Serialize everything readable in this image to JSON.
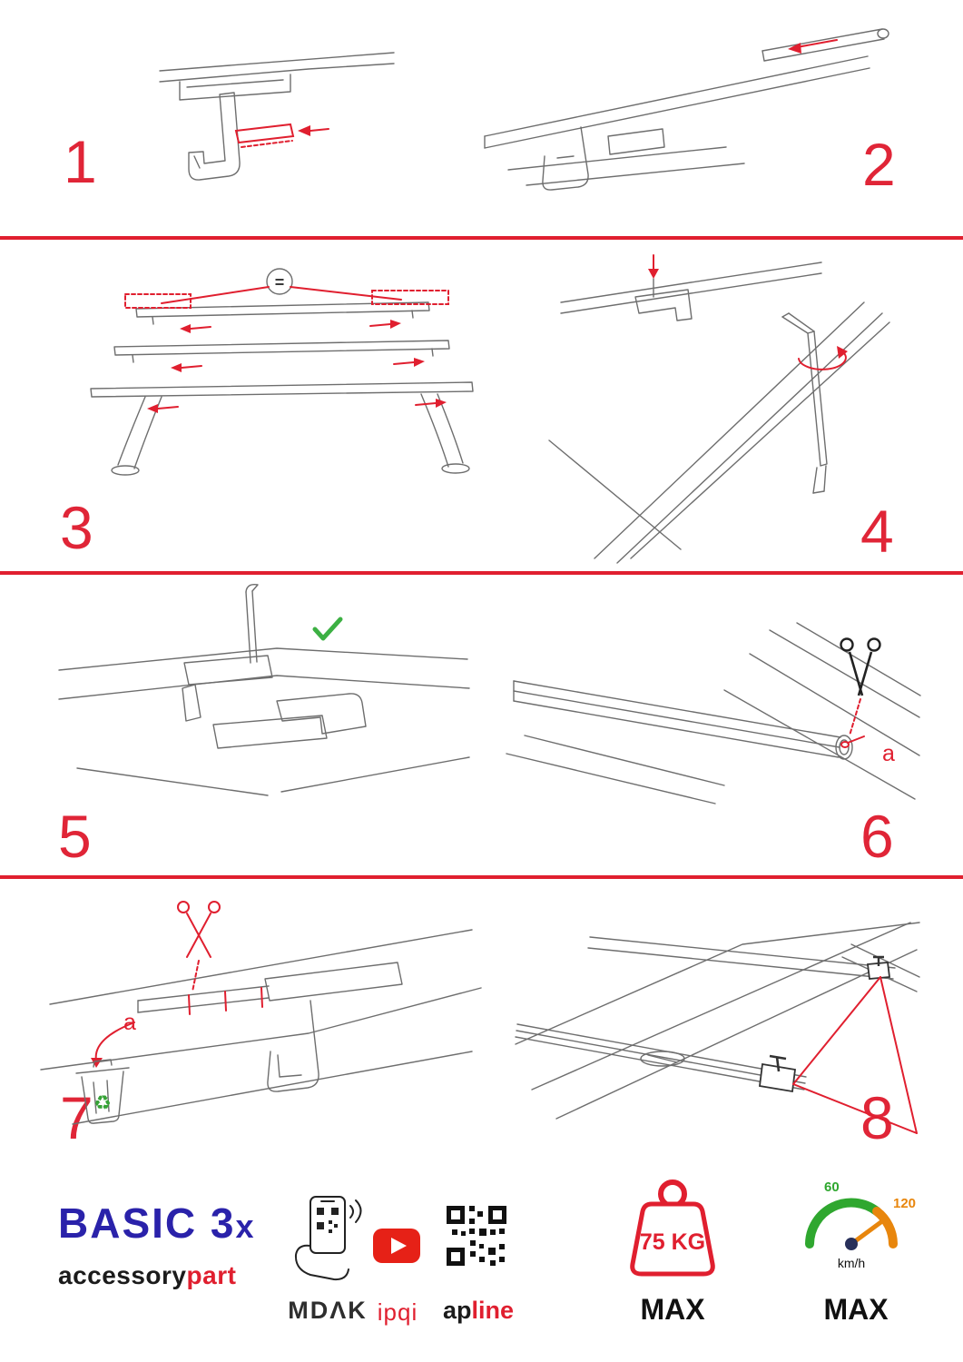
{
  "page": {
    "background": "#ffffff",
    "accent_red": "#e01f2f",
    "brand_blue": "#2a22aa",
    "line_gray": "#6e6e6e",
    "check_green": "#3cb043",
    "gauge_orange": "#e8860d"
  },
  "steps": [
    {
      "number": "1"
    },
    {
      "number": "2"
    },
    {
      "number": "3",
      "equal_sign": "="
    },
    {
      "number": "4"
    },
    {
      "number": "5"
    },
    {
      "number": "6",
      "part_label": "a"
    },
    {
      "number": "7",
      "part_label": "a"
    },
    {
      "number": "8"
    }
  ],
  "footer": {
    "brand_main": "BASIC 3",
    "brand_x": "x",
    "sub_black": "accessory",
    "sub_red": "part",
    "mdak_label": "MDΛK",
    "ipqi_label": "ipqi",
    "apline_black": "ap",
    "apline_red": "line",
    "weight_value": "75 KG",
    "weight_max_label": "MAX",
    "speed_low": "60",
    "speed_high": "120",
    "speed_unit": "km/h",
    "speed_max_label": "MAX"
  }
}
